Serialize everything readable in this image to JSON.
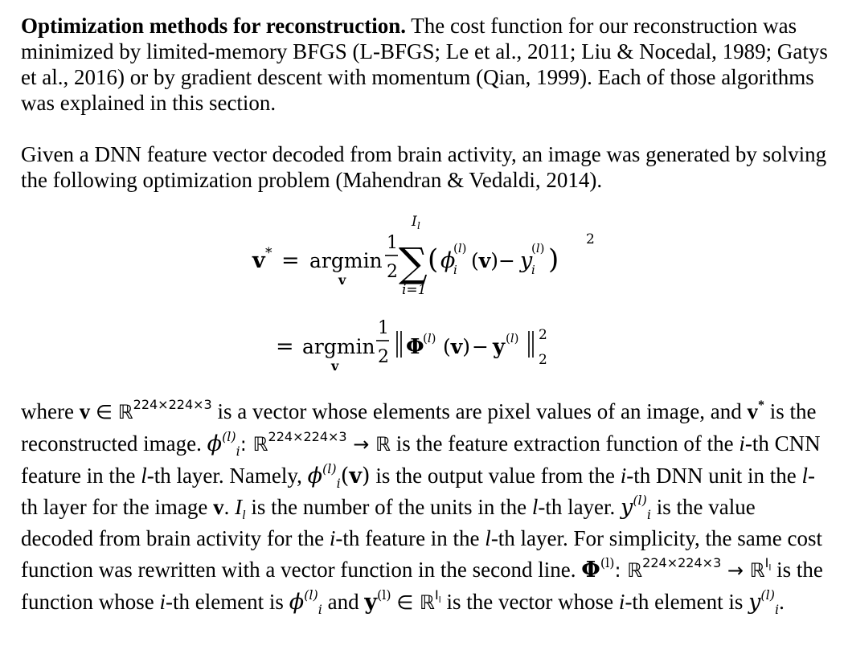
{
  "para1": {
    "heading": "Optimization methods for reconstruction.",
    "text": " The cost function for our reconstruction was minimized by limited-memory BFGS (L-BFGS; Le et al., 2011; Liu & Nocedal, 1989; Gatys et al., 2016) or by gradient descent with momentum (Qian, 1999). Each of those algorithms was explained in this section."
  },
  "para2": {
    "text": "Given a DNN feature vector decoded from brain activity, an image was generated by solving the following optimization problem (Mahendran & Vedaldi, 2014)."
  },
  "equation": {
    "lhs": "v*",
    "eq": "=",
    "op": "argmin",
    "op_sub": "v",
    "frac_num": "1",
    "frac_den": "2",
    "sum_upper": "I",
    "sum_upper_sub": "l",
    "sum_lower": "i=1",
    "sq": "2",
    "norm_sub": "2"
  },
  "para3": {
    "s1": "where ",
    "s2": " is a vector whose elements are pixel values of an image, and ",
    "s3": " is the reconstructed image. ",
    "s4": " is the feature extraction function of the ",
    "s5": "-th CNN feature in the ",
    "s6": "-th layer. Namely, ",
    "s7": " is the output value from the ",
    "s8": "-th DNN unit in the ",
    "s9": "-th layer for the image ",
    "s10": " is the number of the units in the ",
    "s11": "-th layer. ",
    "s12": " is the value decoded from brain activity for the ",
    "s13": "-th feature in the ",
    "s14": "-th layer. For simplicity, the same cost function was rewritten with a vector function in the second line. ",
    "s15": " is the function whose ",
    "s16": "-th element is ",
    "s17": " and ",
    "s18": " is the vector whose ",
    "s19": "-th element is ",
    "dim": "224×224×3",
    "i": "i",
    "l": "l"
  }
}
